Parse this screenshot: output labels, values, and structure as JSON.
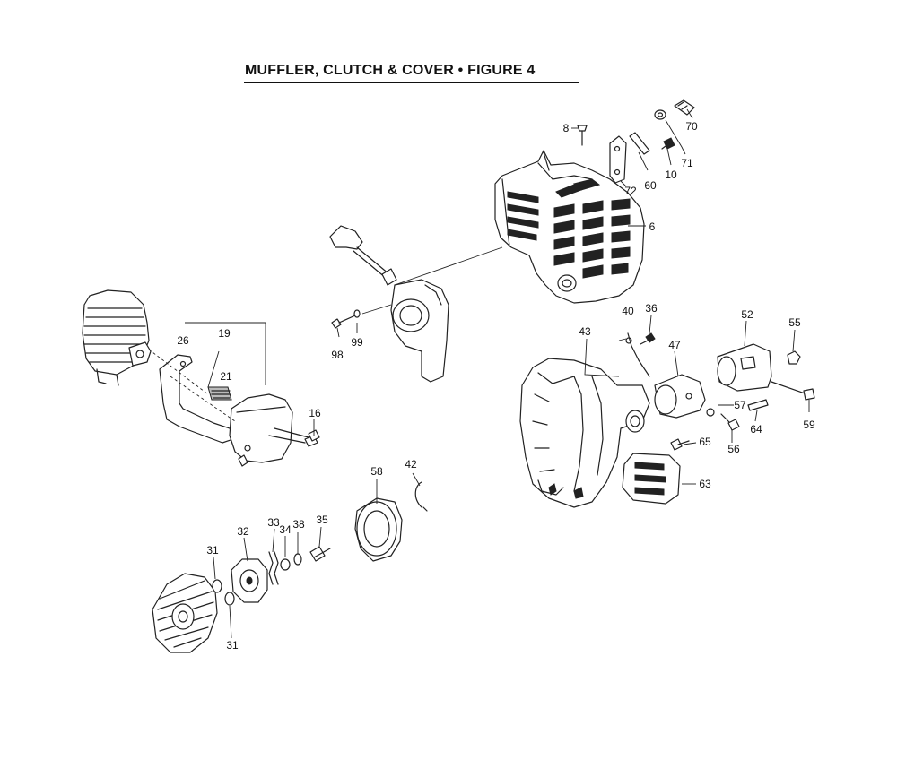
{
  "title": "MUFFLER, CLUTCH & COVER • FIGURE 4",
  "parts": [
    {
      "id": "p8",
      "label": "8"
    },
    {
      "id": "p70",
      "label": "70"
    },
    {
      "id": "p72",
      "label": "72"
    },
    {
      "id": "p60",
      "label": "60"
    },
    {
      "id": "p10",
      "label": "10"
    },
    {
      "id": "p71",
      "label": "71"
    },
    {
      "id": "p6",
      "label": "6"
    },
    {
      "id": "p19",
      "label": "19"
    },
    {
      "id": "p26",
      "label": "26"
    },
    {
      "id": "p21",
      "label": "21"
    },
    {
      "id": "p16",
      "label": "16"
    },
    {
      "id": "p98",
      "label": "98"
    },
    {
      "id": "p99",
      "label": "99"
    },
    {
      "id": "p40",
      "label": "40"
    },
    {
      "id": "p36",
      "label": "36"
    },
    {
      "id": "p52",
      "label": "52"
    },
    {
      "id": "p55",
      "label": "55"
    },
    {
      "id": "p43",
      "label": "43"
    },
    {
      "id": "p47",
      "label": "47"
    },
    {
      "id": "p57",
      "label": "57"
    },
    {
      "id": "p64",
      "label": "64"
    },
    {
      "id": "p59",
      "label": "59"
    },
    {
      "id": "p56",
      "label": "56"
    },
    {
      "id": "p65",
      "label": "65"
    },
    {
      "id": "p63",
      "label": "63"
    },
    {
      "id": "p58",
      "label": "58"
    },
    {
      "id": "p42",
      "label": "42"
    },
    {
      "id": "p33",
      "label": "33"
    },
    {
      "id": "p34",
      "label": "34"
    },
    {
      "id": "p38",
      "label": "38"
    },
    {
      "id": "p35",
      "label": "35"
    },
    {
      "id": "p32",
      "label": "32"
    },
    {
      "id": "p31a",
      "label": "31"
    },
    {
      "id": "p31b",
      "label": "31"
    }
  ]
}
